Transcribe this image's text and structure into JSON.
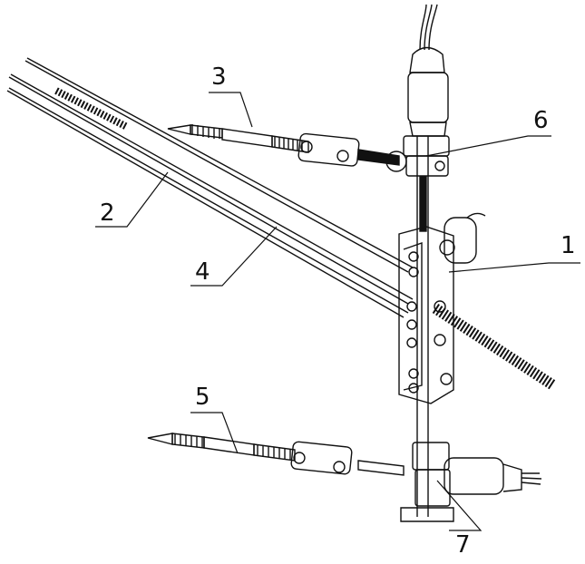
{
  "figure": {
    "labels": {
      "l1": "1",
      "l2": "2",
      "l3": "3",
      "l4": "4",
      "l5": "5",
      "l6": "6",
      "l7": "7"
    },
    "line_color": "#111111"
  }
}
